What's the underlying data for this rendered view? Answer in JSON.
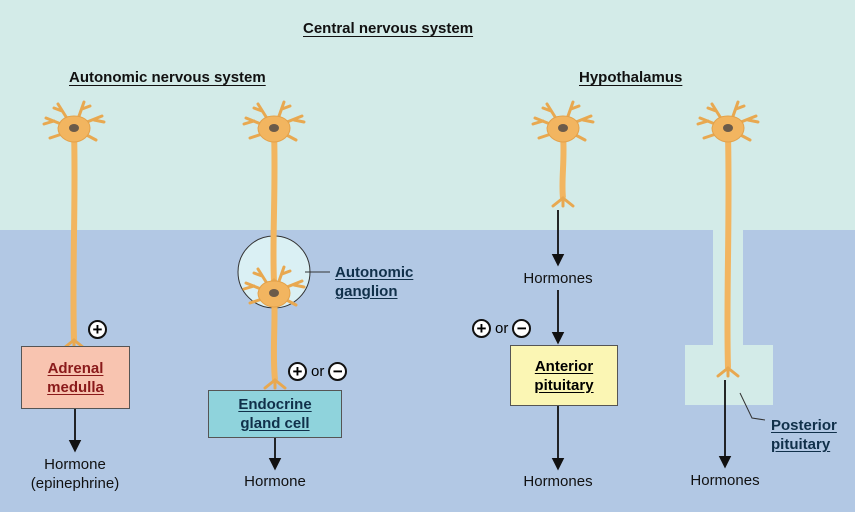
{
  "headers": {
    "cns": "Central nervous system",
    "ans": "Autonomic nervous system",
    "hypothalamus": "Hypothalamus"
  },
  "labels": {
    "autonomic_ganglion": [
      "Autonomic",
      "ganglion"
    ],
    "adrenal_medulla": [
      "Adrenal",
      "medulla"
    ],
    "endocrine_gland_cell": [
      "Endocrine",
      "gland cell"
    ],
    "anterior_pituitary": [
      "Anterior",
      "pituitary"
    ],
    "posterior_pituitary": [
      "Posterior",
      "pituitary"
    ]
  },
  "outputs": {
    "adrenal": [
      "Hormone",
      "(epinephrine)"
    ],
    "endocrine": "Hormone",
    "hypothalamus_mid": "Hormones",
    "anterior": "Hormones",
    "posterior": "Hormones"
  },
  "signs": {
    "plus": "+",
    "minus": "−",
    "or": "or"
  },
  "colors": {
    "upper_background": "#d3ebe8",
    "lower_background": "#b2c8e4",
    "neuron": "#f2b560",
    "adrenal_box": "#f8c4b0",
    "endocrine_box": "#8fd3dc",
    "anterior_box": "#fbf6b4"
  }
}
